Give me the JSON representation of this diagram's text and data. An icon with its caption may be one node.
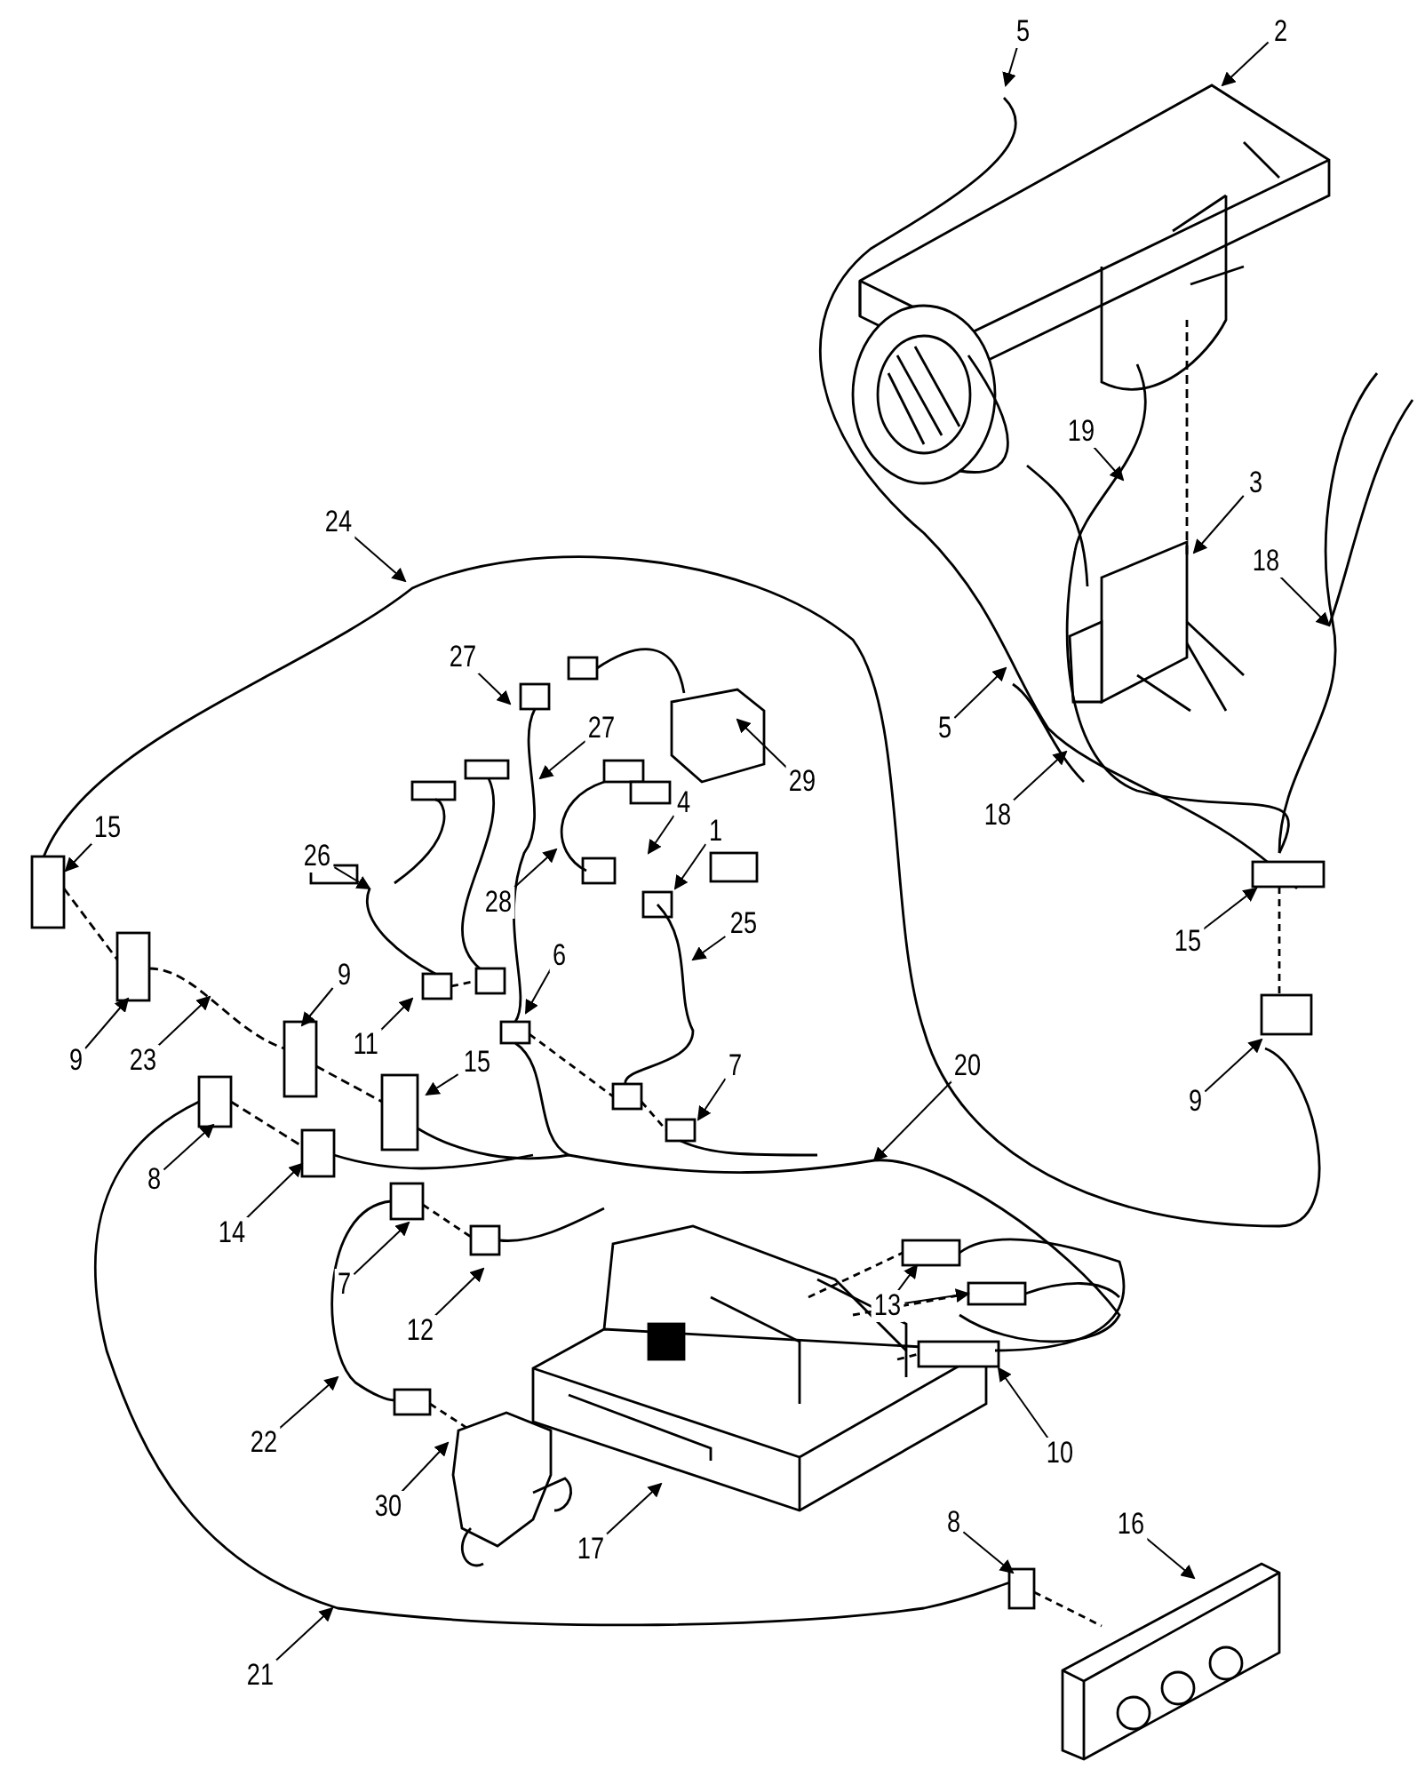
{
  "diagram": {
    "nodes": [
      {
        "text": [
          "5"
        ]
      },
      {
        "text": [
          "2"
        ]
      },
      {
        "text": [
          "19"
        ]
      },
      {
        "text": [
          "3"
        ]
      },
      {
        "text": [
          "18"
        ]
      },
      {
        "text": [
          "5"
        ]
      },
      {
        "text": [
          "18"
        ]
      },
      {
        "text": [
          "24"
        ]
      },
      {
        "text": [
          "27"
        ]
      },
      {
        "text": [
          "27"
        ]
      },
      {
        "text": [
          "29"
        ]
      },
      {
        "text": [
          "15"
        ]
      },
      {
        "text": [
          "26"
        ]
      },
      {
        "text": [
          "4"
        ]
      },
      {
        "text": [
          "1"
        ]
      },
      {
        "text": [
          "28"
        ]
      },
      {
        "text": [
          "25"
        ]
      },
      {
        "text": [
          "15"
        ]
      },
      {
        "text": [
          "9"
        ]
      },
      {
        "text": [
          "23"
        ]
      },
      {
        "text": [
          "9"
        ]
      },
      {
        "text": [
          "11"
        ]
      },
      {
        "text": [
          "15"
        ]
      },
      {
        "text": [
          "6"
        ]
      },
      {
        "text": [
          "7"
        ]
      },
      {
        "text": [
          "20"
        ]
      },
      {
        "text": [
          "9"
        ]
      },
      {
        "text": [
          "8"
        ]
      },
      {
        "text": [
          "14"
        ]
      },
      {
        "text": [
          "7"
        ]
      },
      {
        "text": [
          "12"
        ]
      },
      {
        "text": [
          "13"
        ]
      },
      {
        "text": [
          "22"
        ]
      },
      {
        "text": [
          "10"
        ]
      },
      {
        "text": [
          "30"
        ]
      },
      {
        "text": [
          "17"
        ]
      },
      {
        "text": [
          "8"
        ]
      },
      {
        "text": [
          "16"
        ]
      },
      {
        "text": [
          "21"
        ]
      }
    ],
    "edges": [
      {
        "from": 0,
        "to": null,
        "arrow": "to"
      },
      {
        "from": 1,
        "to": null,
        "arrow": "to"
      },
      {
        "from": 2,
        "to": null,
        "arrow": "to"
      },
      {
        "from": 3,
        "to": null,
        "arrow": "to"
      },
      {
        "from": 4,
        "to": null,
        "arrow": "to"
      },
      {
        "from": 5,
        "to": null,
        "arrow": "to"
      },
      {
        "from": 6,
        "to": null,
        "arrow": "to"
      },
      {
        "from": 7,
        "to": null,
        "arrow": "to"
      },
      {
        "from": 8,
        "to": null,
        "arrow": "to"
      },
      {
        "from": 9,
        "to": null,
        "arrow": "to"
      },
      {
        "from": 10,
        "to": null,
        "arrow": "to"
      },
      {
        "from": 11,
        "to": null,
        "arrow": "to"
      },
      {
        "from": 12,
        "to": null,
        "arrow": "to"
      },
      {
        "from": 13,
        "to": null,
        "arrow": "to"
      },
      {
        "from": 14,
        "to": null,
        "arrow": "to"
      },
      {
        "from": 15,
        "to": null,
        "arrow": "to"
      },
      {
        "from": 16,
        "to": null,
        "arrow": "to"
      },
      {
        "from": 17,
        "to": null,
        "arrow": "to"
      },
      {
        "from": 18,
        "to": null,
        "arrow": "to"
      },
      {
        "from": 19,
        "to": null,
        "arrow": "to"
      },
      {
        "from": 20,
        "to": null,
        "arrow": "to"
      },
      {
        "from": 21,
        "to": null,
        "arrow": "to"
      },
      {
        "from": 22,
        "to": null,
        "arrow": "to"
      },
      {
        "from": 23,
        "to": null,
        "arrow": "to"
      },
      {
        "from": 24,
        "to": null,
        "arrow": "to"
      },
      {
        "from": 25,
        "to": null,
        "arrow": "to"
      },
      {
        "from": 26,
        "to": null,
        "arrow": "to"
      },
      {
        "from": 27,
        "to": null,
        "arrow": "to"
      },
      {
        "from": 28,
        "to": null,
        "arrow": "to"
      },
      {
        "from": 29,
        "to": null,
        "arrow": "to"
      },
      {
        "from": 30,
        "to": null,
        "arrow": "to"
      },
      {
        "from": 31,
        "to": null,
        "arrow": "to"
      },
      {
        "from": 31,
        "to": null,
        "arrow": "to"
      },
      {
        "from": 32,
        "to": null,
        "arrow": "to"
      },
      {
        "from": 33,
        "to": null,
        "arrow": "to"
      },
      {
        "from": 34,
        "to": null,
        "arrow": "to"
      },
      {
        "from": 35,
        "to": null,
        "arrow": "to"
      },
      {
        "from": 36,
        "to": null,
        "arrow": "to"
      },
      {
        "from": 37,
        "to": null,
        "arrow": "to"
      },
      {
        "from": 38,
        "to": null,
        "arrow": "to"
      }
    ]
  }
}
